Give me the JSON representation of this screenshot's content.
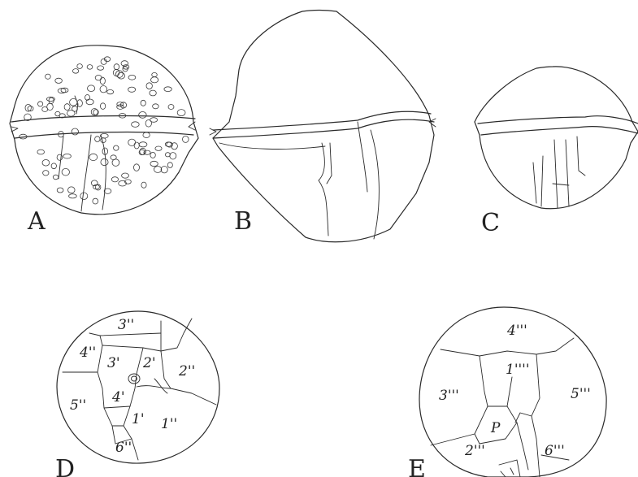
{
  "panels": {
    "A": {
      "letter": "A"
    },
    "B": {
      "letter": "B"
    },
    "C": {
      "letter": "C"
    },
    "D": {
      "letter": "D",
      "plates": [
        "3''",
        "4''",
        "3'",
        "2'",
        "2''",
        "5''",
        "4'",
        "1'",
        "1''",
        "6''"
      ]
    },
    "E": {
      "letter": "E",
      "plates": [
        "4'''",
        "1''''",
        "3'''",
        "5'''",
        "P",
        "2'''",
        "6'''"
      ]
    }
  },
  "colors": {
    "ink": "#2a2a2a",
    "paper": "#ffffff"
  }
}
